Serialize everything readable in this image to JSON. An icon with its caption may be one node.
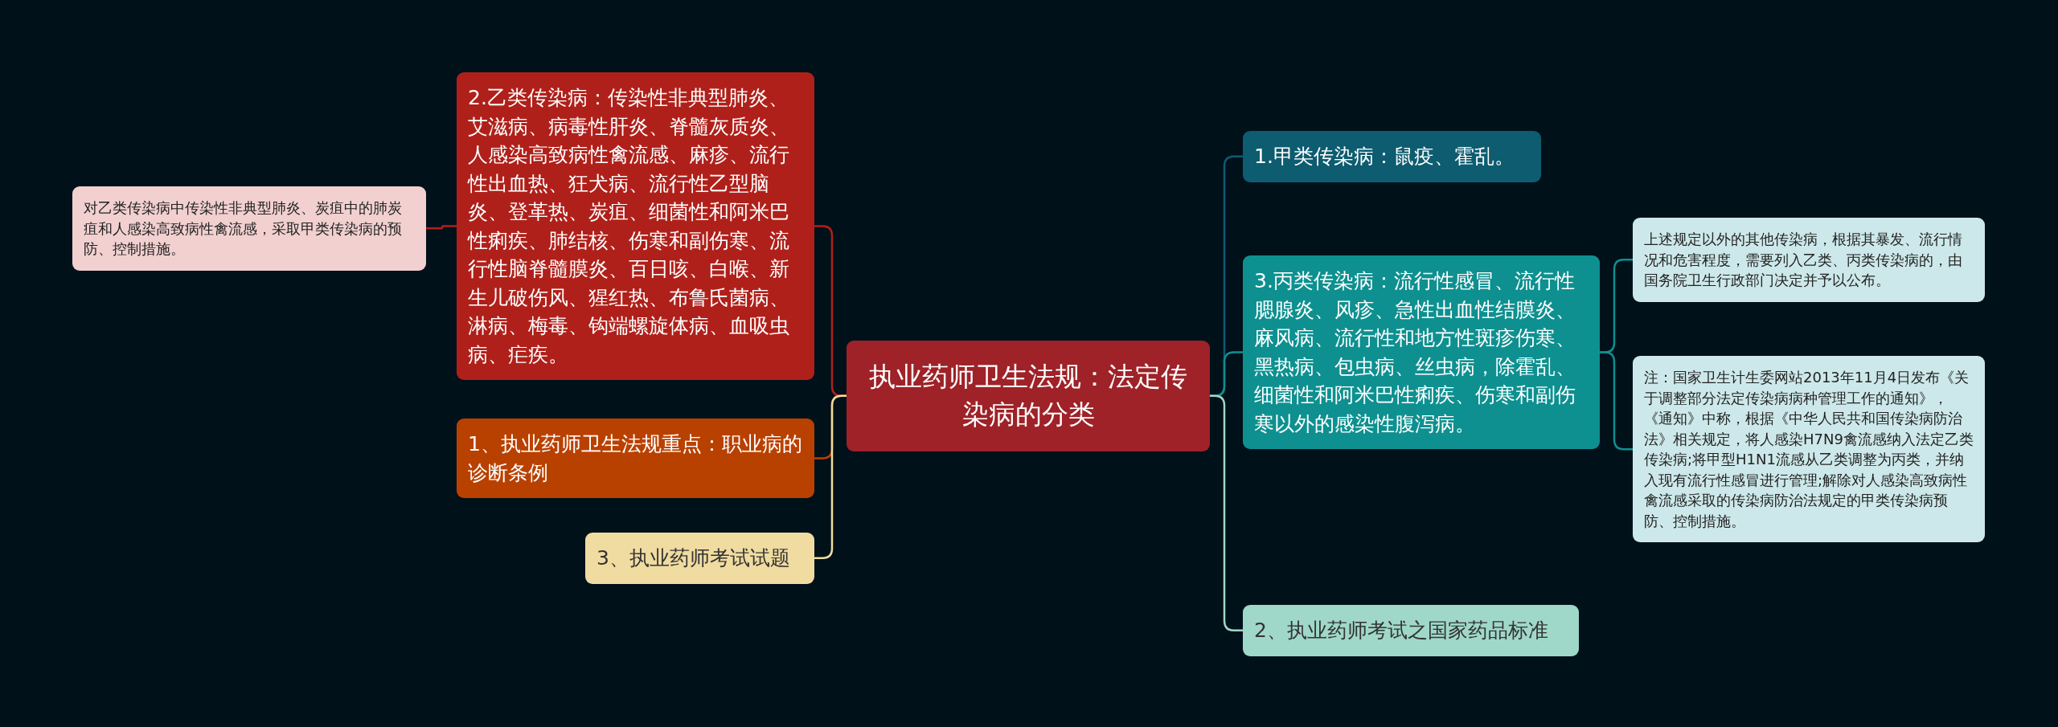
{
  "diagram": {
    "nodes": [
      {
        "text": [
          "执业药师卫生法规：法定传染病的分类"
        ]
      },
      {
        "text": [
          "2.乙类传染病：传染性非典型肺炎、艾滋病、病毒性肝炎、脊髓灰质炎、人感染高致病性禽流感、麻疹、流行性出血热、狂犬病、流行性乙型脑炎、登革热、炭疽、细菌性和阿米巴性痢疾、肺结核、伤寒和副伤寒、流行性脑脊髓膜炎、百日咳、白喉、新生儿破伤风、猩红热、布鲁氏菌病、淋病、梅毒、钩端螺旋体病、血吸虫病、疟疾。"
        ]
      },
      {
        "text": [
          "对乙类传染病中传染性非典型肺炎、炭疽中的肺炭疽和人感染高致病性禽流感，采取甲类传染病的预防、控制措施。"
        ]
      },
      {
        "text": [
          "1、执业药师卫生法规重点：职业病的诊断条例"
        ]
      },
      {
        "text": [
          "3、执业药师考试试题"
        ]
      },
      {
        "text": [
          "1.甲类传染病：鼠疫、霍乱。"
        ]
      },
      {
        "text": [
          "3.丙类传染病：流行性感冒、流行性腮腺炎、风疹、急性出血性结膜炎、麻风病、流行性和地方性斑疹伤寒、黑热病、包虫病、丝虫病，除霍乱、细菌性和阿米巴性痢疾、伤寒和副伤寒以外的感染性腹泻病。"
        ]
      },
      {
        "text": [
          "上述规定以外的其他传染病，根据其暴发、流行情况和危害程度，需要列入乙类、丙类传染病的，由国务院卫生行政部门决定并予以公布。"
        ]
      },
      {
        "text": [
          "注：国家卫生计生委网站2013年11月4日发布《关于调整部分法定传染病病种管理工作的通知》，《通知》中称，根据《中华人民共和国传染病防治法》相关规定，将人感染H7N9禽流感纳入法定乙类传染病;将甲型H1N1流感从乙类调整为丙类，并纳入现有流行性感冒进行管理;解除对人感染高致病性禽流感采取的传染病防治法规定的甲类传染病预防、控制措施。"
        ]
      },
      {
        "text": [
          "2、执业药师考试之国家药品标准"
        ]
      }
    ],
    "edges": [
      {
        "from": 0,
        "to": 1,
        "arrow": "none",
        "color": "#b0201a"
      },
      {
        "from": 1,
        "to": 2,
        "arrow": "none",
        "color": "#b0201a"
      },
      {
        "from": 0,
        "to": 3,
        "arrow": "none",
        "color": "#b94100"
      },
      {
        "from": 0,
        "to": 4,
        "arrow": "none",
        "color": "#f0dca0"
      },
      {
        "from": 0,
        "to": 5,
        "arrow": "none",
        "color": "#0d5c70"
      },
      {
        "from": 0,
        "to": 6,
        "arrow": "none",
        "color": "#0e9090"
      },
      {
        "from": 6,
        "to": 7,
        "arrow": "none",
        "color": "#0e9090"
      },
      {
        "from": 6,
        "to": 8,
        "arrow": "none",
        "color": "#0e9090"
      },
      {
        "from": 0,
        "to": 9,
        "arrow": "none",
        "color": "#9fd8c8"
      }
    ]
  }
}
